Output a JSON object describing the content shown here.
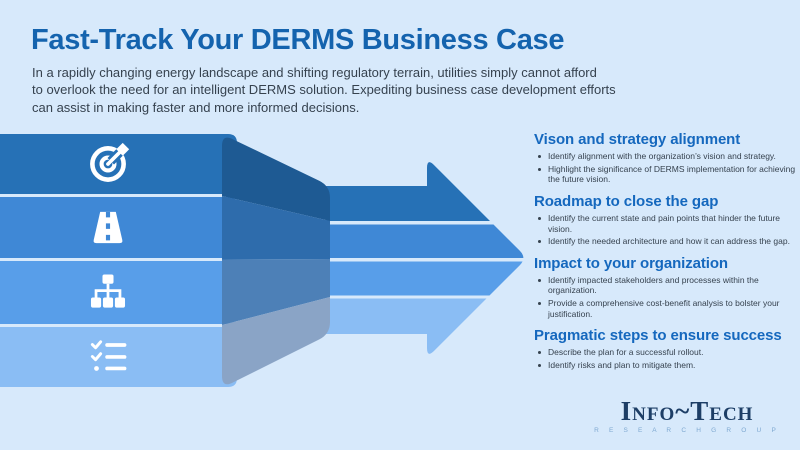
{
  "page": {
    "background": "#d7e9fb"
  },
  "header": {
    "title": "Fast-Track Your DERMS Business Case",
    "subtitle_lines": [
      "In a rapidly changing energy landscape and shifting regulatory terrain, utilities simply cannot afford",
      "to overlook the need for an intelligent DERMS solution. Expediting business case development efforts",
      "can assist in making faster and more informed decisions."
    ]
  },
  "funnel": {
    "rows": [
      {
        "icon": "bullseye-arrow-icon",
        "color": "#2671b6",
        "fold_color": "#1e5a93"
      },
      {
        "icon": "road-icon",
        "color": "#3f88d6",
        "fold_color": "#2e6cac"
      },
      {
        "icon": "sitemap-icon",
        "color": "#589ee9",
        "fold_color": "#4d80b7"
      },
      {
        "icon": "checklist-icon",
        "color": "#8abdf4",
        "fold_color": "#8aa4c6"
      }
    ]
  },
  "sections": [
    {
      "heading": "Vison and strategy alignment",
      "bullets": [
        "Identify alignment with the organization’s vision and strategy.",
        "Highlight the significance of DERMS implementation for achieving the future vision."
      ]
    },
    {
      "heading": "Roadmap to close the gap",
      "bullets": [
        "Identify the current state and pain points that hinder the future vision.",
        "Identify the needed architecture and how it can address the gap."
      ]
    },
    {
      "heading": "Impact to your organization",
      "bullets": [
        "Identify impacted stakeholders and processes within the organization.",
        "Provide a comprehensive cost-benefit analysis to bolster your justification."
      ]
    },
    {
      "heading": "Pragmatic steps to ensure success",
      "bullets": [
        "Describe the plan for a successful rollout.",
        "Identify risks and plan to mitigate them."
      ]
    }
  ],
  "logo": {
    "name": "Info~Tech",
    "subtext": "R E S E A R C H   G R O U P"
  },
  "colors": {
    "title_blue": "#1463ae",
    "heading_blue": "#1568be",
    "body_text": "#36424f",
    "logo_navy": "#1d3e66",
    "logo_subtext": "#7fa9d1",
    "icon_white": "#ffffff"
  }
}
